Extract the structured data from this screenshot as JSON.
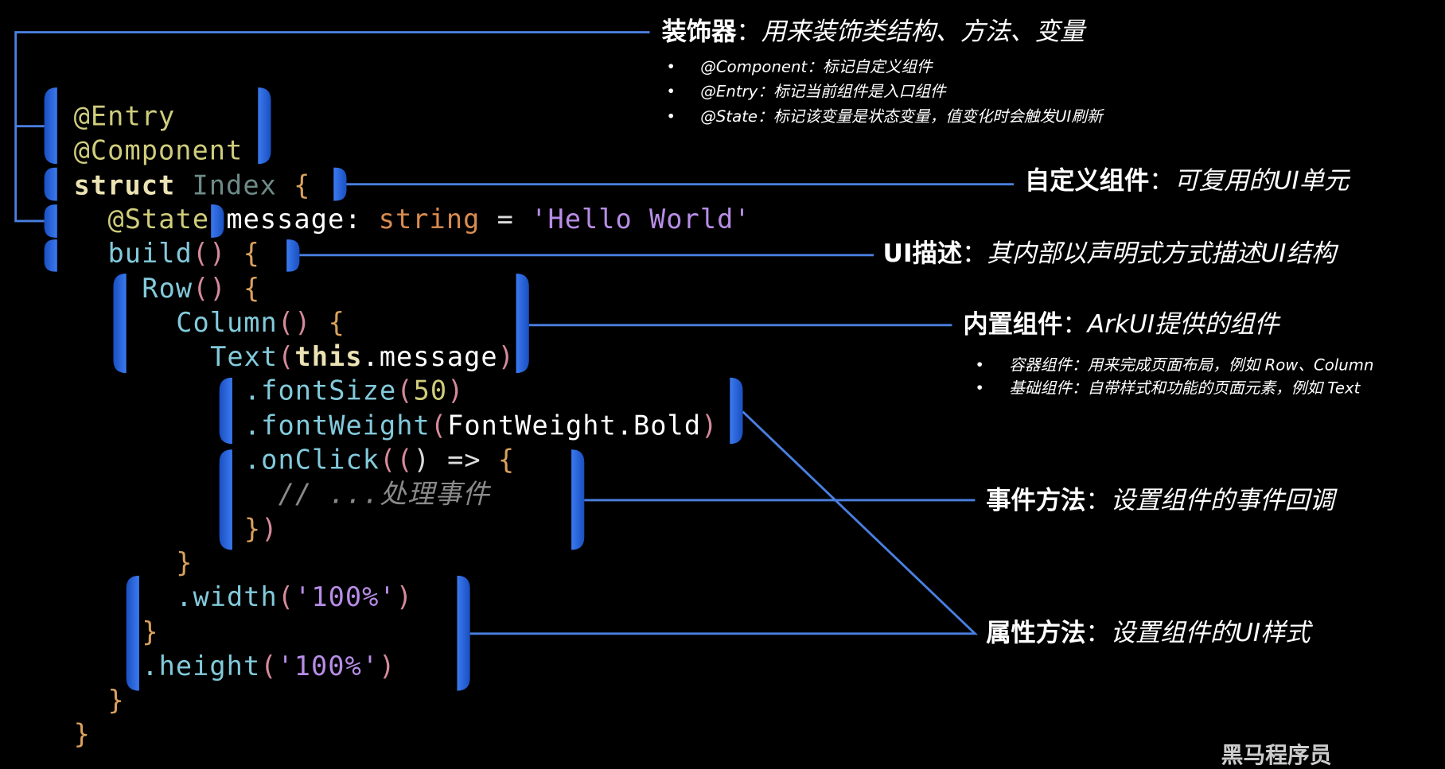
{
  "colors": {
    "bracket": "#2f6fe0",
    "line": "#4a7fe0",
    "background": "#000000"
  },
  "code": [
    {
      "indent": 0,
      "tokens": [
        [
          "@Entry",
          "dec"
        ]
      ]
    },
    {
      "indent": 0,
      "tokens": [
        [
          "@Component",
          "dec"
        ]
      ]
    },
    {
      "indent": 0,
      "tokens": [
        [
          "struct",
          "kw"
        ],
        [
          " Index ",
          "ty"
        ],
        [
          "{",
          "br"
        ]
      ]
    },
    {
      "indent": 1,
      "tokens": [
        [
          "@State",
          "dec"
        ],
        [
          " message: ",
          "id"
        ],
        [
          "string",
          "st"
        ],
        [
          " = ",
          "op"
        ],
        [
          "'Hello World'",
          "str"
        ]
      ]
    },
    {
      "indent": 1,
      "tokens": [
        [
          "build",
          "fn"
        ],
        [
          "()",
          "pa"
        ],
        [
          " {",
          "br"
        ]
      ]
    },
    {
      "indent": 2,
      "tokens": [
        [
          "Row",
          "fn"
        ],
        [
          "()",
          "pa"
        ],
        [
          " {",
          "br"
        ]
      ]
    },
    {
      "indent": 3,
      "tokens": [
        [
          "Column",
          "fn"
        ],
        [
          "()",
          "pa"
        ],
        [
          " {",
          "br"
        ]
      ]
    },
    {
      "indent": 4,
      "tokens": [
        [
          "Text",
          "fn"
        ],
        [
          "(",
          "pa"
        ],
        [
          "this",
          "kw"
        ],
        [
          ".message",
          "id"
        ],
        [
          ")",
          "pa"
        ]
      ]
    },
    {
      "indent": 5,
      "tokens": [
        [
          ".fontSize",
          "fn"
        ],
        [
          "(",
          "pa"
        ],
        [
          "50",
          "num"
        ],
        [
          ")",
          "pa"
        ]
      ]
    },
    {
      "indent": 5,
      "tokens": [
        [
          ".fontWeight",
          "fn"
        ],
        [
          "(",
          "pa"
        ],
        [
          "FontWeight.Bold",
          "id"
        ],
        [
          ")",
          "pa"
        ]
      ]
    },
    {
      "indent": 5,
      "tokens": [
        [
          ".onClick",
          "fn"
        ],
        [
          "((",
          "pa"
        ],
        [
          ") => ",
          "op"
        ],
        [
          "{",
          "br"
        ]
      ]
    },
    {
      "indent": 6,
      "tokens": [
        [
          "// ...处理事件",
          "cm"
        ]
      ]
    },
    {
      "indent": 5,
      "tokens": [
        [
          "}",
          "br"
        ],
        [
          ")",
          "pa"
        ]
      ]
    },
    {
      "indent": 3,
      "tokens": [
        [
          "}",
          "br"
        ]
      ]
    },
    {
      "indent": 3,
      "tokens": [
        [
          ".width",
          "fn"
        ],
        [
          "(",
          "pa"
        ],
        [
          "'100%'",
          "str"
        ],
        [
          ")",
          "pa"
        ]
      ]
    },
    {
      "indent": 2,
      "tokens": [
        [
          "}",
          "br"
        ]
      ]
    },
    {
      "indent": 2,
      "tokens": [
        [
          ".height",
          "fn"
        ],
        [
          "(",
          "pa"
        ],
        [
          "'100%'",
          "str"
        ],
        [
          ")",
          "pa"
        ]
      ]
    },
    {
      "indent": 1,
      "tokens": [
        [
          "}",
          "br"
        ]
      ]
    },
    {
      "indent": 0,
      "tokens": [
        [
          "}",
          "br"
        ]
      ]
    }
  ],
  "annotations": {
    "decorator": {
      "title": "装饰器",
      "desc": "用来装饰类结构、方法、变量",
      "bullets": [
        "@Component：标记自定义组件",
        "@Entry：标记当前组件是入口组件",
        "@State：标记该变量是状态变量，值变化时会触发UI刷新"
      ]
    },
    "custom_component": {
      "title": "自定义组件",
      "desc": "可复用的UI单元"
    },
    "ui_description": {
      "title": "UI描述",
      "desc": "其内部以声明式方式描述UI结构"
    },
    "builtin_component": {
      "title": "内置组件",
      "desc": "ArkUI提供的组件",
      "bullets": [
        "容器组件：用来完成页面布局，例如 Row、Column",
        "基础组件：自带样式和功能的页面元素，例如 Text"
      ]
    },
    "event_method": {
      "title": "事件方法",
      "desc": "设置组件的事件回调"
    },
    "attribute_method": {
      "title": "属性方法",
      "desc": "设置组件的UI样式"
    }
  },
  "watermark": "黑马程序员"
}
